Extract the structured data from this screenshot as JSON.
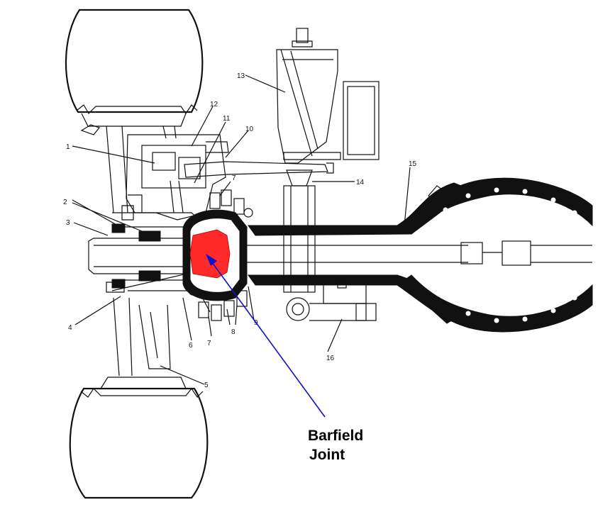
{
  "callout": {
    "line1": "Barfield",
    "line2": "Joint",
    "highlight_color": "#ff2a2a",
    "arrow_color": "#1010c8"
  },
  "parts": {
    "p1": "1",
    "p2": "2",
    "p3": "3",
    "p4": "4",
    "p5": "5",
    "p6": "6",
    "p7a": "7",
    "p7b": "7",
    "p8": "8",
    "p9": "9",
    "p10": "10",
    "p11": "11",
    "p12": "12",
    "p13": "13",
    "p14": "14",
    "p15": "15",
    "p16": "16"
  }
}
